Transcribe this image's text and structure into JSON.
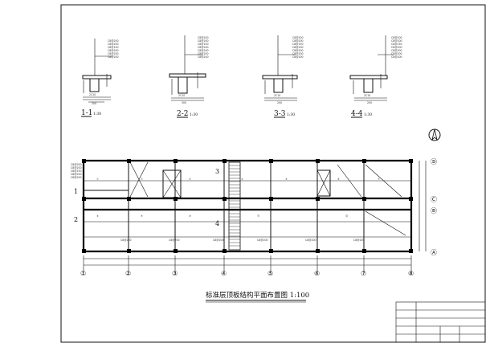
{
  "sections": [
    {
      "label": "1-1",
      "scale": "1:30"
    },
    {
      "label": "2-2",
      "scale": "1:30"
    },
    {
      "label": "3-3",
      "scale": "1:30"
    },
    {
      "label": "4-4",
      "scale": "1:30"
    }
  ],
  "plan": {
    "title": "标准层顶板结构平面布置图 1:100",
    "axis_numbers": [
      "①",
      "②",
      "③",
      "④",
      "⑤",
      "⑥",
      "⑦",
      "⑧"
    ],
    "axis_letters": [
      "Ⓓ",
      "Ⓒ",
      "Ⓑ",
      "Ⓐ"
    ],
    "section_marks": [
      "1",
      "2",
      "3",
      "4"
    ]
  }
}
